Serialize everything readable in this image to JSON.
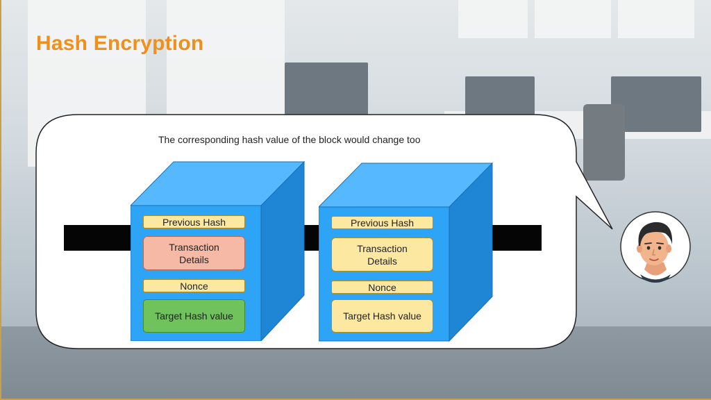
{
  "slide": {
    "title": "Hash Encryption",
    "caption": "The corresponding hash value of the block would change too"
  },
  "blocks": [
    {
      "previous_hash": "Previous Hash",
      "transaction_details": "Transaction Details",
      "nonce": "Nonce",
      "target_hash": "Target Hash value"
    },
    {
      "previous_hash": "Previous Hash",
      "transaction_details": "Transaction Details",
      "nonce": "Nonce",
      "target_hash": "Target Hash value"
    }
  ],
  "colors": {
    "title": "#f0901a",
    "cube_front": "#2ea4f6",
    "cube_top": "#56b8ff",
    "cube_side": "#1f86d6",
    "field_yellow": "#fde8a2",
    "field_pink": "#f6b9a6",
    "field_green": "#6fc25c",
    "chain": "#050505"
  },
  "icons": {
    "avatar": "man-avatar-icon"
  }
}
